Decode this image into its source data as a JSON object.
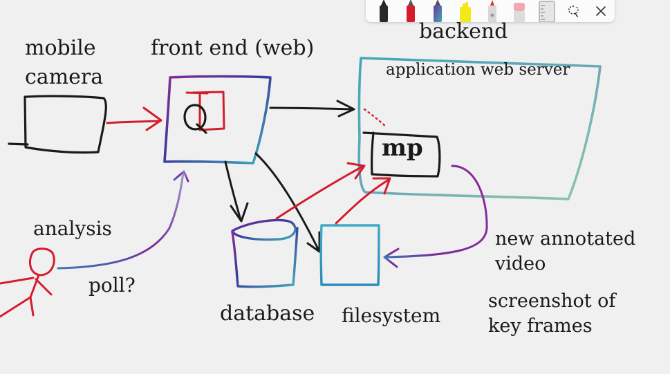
{
  "toolbar": {
    "tools": [
      {
        "icon": "black-pen-icon",
        "color": "#222222"
      },
      {
        "icon": "red-pen-icon",
        "color": "#d41c2c"
      },
      {
        "icon": "galaxy-pen-icon",
        "color": "#5a4aa0"
      },
      {
        "icon": "yellow-highlighter-icon",
        "color": "#f2e81a"
      },
      {
        "icon": "pencil-icon",
        "color": "#e03040"
      },
      {
        "icon": "eraser-icon",
        "color": "#f2a8b0"
      },
      {
        "icon": "ruler-icon",
        "color": "#888888"
      },
      {
        "icon": "lasso-select-icon",
        "color": "#333333"
      },
      {
        "icon": "close-icon",
        "color": "#333333"
      }
    ]
  },
  "labels": {
    "mobile_camera_line1": "mobile",
    "mobile_camera_line2": "camera",
    "front_end": "front end (web)",
    "backend": "backend",
    "app_server": "application web server",
    "mp": "mp",
    "analysis": "analysis",
    "poll": "poll?",
    "database": "database",
    "filesystem": "filesystem",
    "new_video_line1": "new annotated",
    "new_video_line2": "video",
    "screenshot_line1": "screenshot of",
    "screenshot_line2": "key frames"
  },
  "colors": {
    "ink_black": "#1a1a1a",
    "ink_red": "#d41c2c",
    "galaxy_purple": "#7a2a9a",
    "galaxy_teal": "#40a8b8",
    "background": "#f0f0f0"
  }
}
